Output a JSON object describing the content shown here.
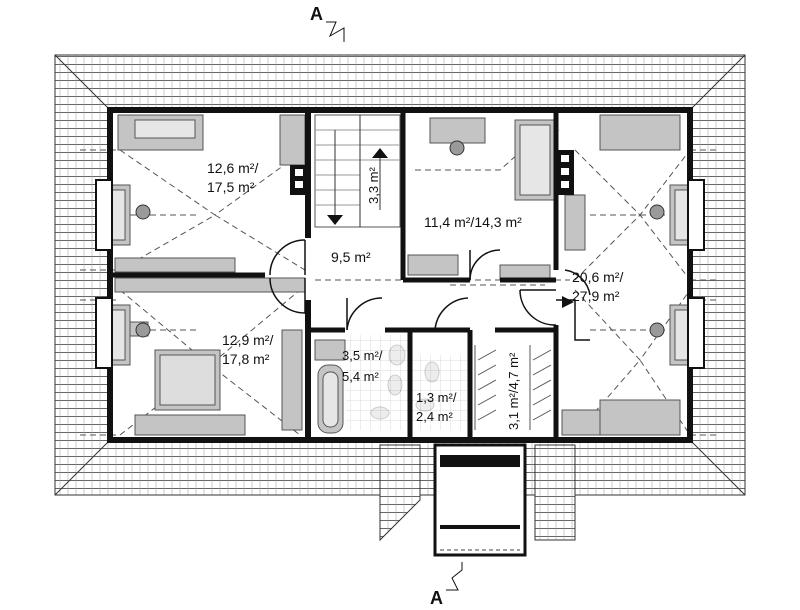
{
  "section_marks": {
    "top": "A",
    "bottom": "A"
  },
  "rooms": [
    {
      "id": "bedroom-1",
      "line1": "12,6 m²/",
      "line2": "17,5 m²"
    },
    {
      "id": "bedroom-2",
      "line1": "12,9 m²/",
      "line2": "17,8 m²"
    },
    {
      "id": "hall",
      "line1": "9,5 m²"
    },
    {
      "id": "stair",
      "line1": "3,3 m²"
    },
    {
      "id": "bedroom-3",
      "line1": "11,4 m²/14,3 m²"
    },
    {
      "id": "bedroom-4",
      "line1": "20,6 m²/",
      "line2": "27,9 m²"
    },
    {
      "id": "bathroom",
      "line1": "3,5 m²/",
      "line2": "5,4 m²"
    },
    {
      "id": "wc",
      "line1": "1,3 m²/",
      "line2": "2,4 m²"
    },
    {
      "id": "wardrobe",
      "line1": "3,1 m²/4,7 m²"
    }
  ],
  "colors": {
    "wall": "#111111",
    "roof_line": "#555555",
    "furniture": "#bbbbbb",
    "dash": "#444444"
  }
}
